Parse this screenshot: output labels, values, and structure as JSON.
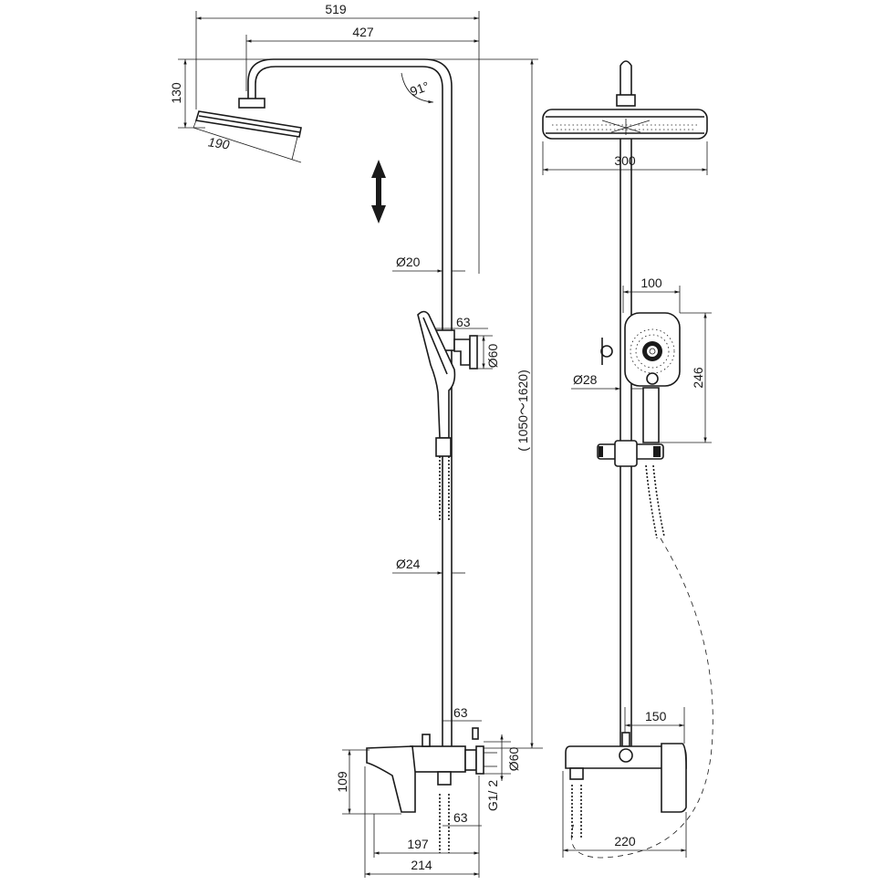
{
  "drawing": {
    "side_view": {
      "overall_width": "519",
      "arm_reach": "427",
      "head_height": "130",
      "arm_angle": "91°",
      "head_diameter": "190",
      "upper_pipe_diameter": "Ø20",
      "holder_offset": "63",
      "holder_diameter": "Ø60",
      "height_range": "( 1050～1620)",
      "lower_pipe_diameter": "Ø24",
      "mixer_offset_top": "63",
      "mixer_flange_diameter": "Ø60",
      "spout_height": "109",
      "thread": "G1/ 2",
      "mixer_offset_bottom": "63",
      "spout_reach": "197",
      "total_depth": "214"
    },
    "front_view": {
      "head_width": "300",
      "handshower_width": "100",
      "handshower_height": "246",
      "slide_bar_diameter": "Ø28",
      "mixer_center": "150",
      "mixer_width": "220"
    }
  }
}
